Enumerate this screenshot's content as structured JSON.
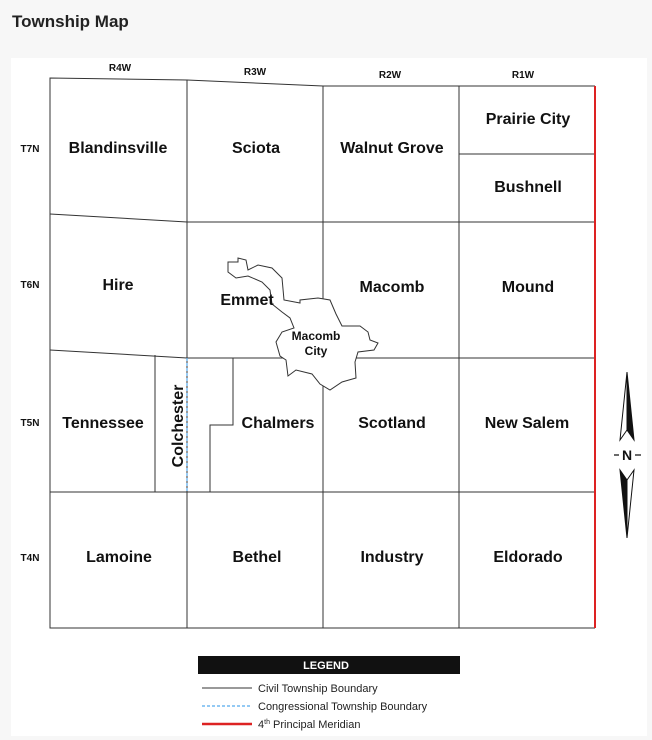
{
  "title": "Township Map",
  "ranges": [
    "R4W",
    "R3W",
    "R2W",
    "R1W"
  ],
  "tiers": [
    "T7N",
    "T6N",
    "T5N",
    "T4N"
  ],
  "townships": {
    "blandinsville": "Blandinsville",
    "sciota": "Sciota",
    "walnut_grove": "Walnut Grove",
    "prairie_city": "Prairie City",
    "bushnell": "Bushnell",
    "hire": "Hire",
    "emmet": "Emmet",
    "macomb": "Macomb",
    "mound": "Mound",
    "macomb_city_1": "Macomb",
    "macomb_city_2": "City",
    "tennessee": "Tennessee",
    "colchester": "Colchester",
    "chalmers": "Chalmers",
    "scotland": "Scotland",
    "new_salem": "New Salem",
    "lamoine": "Lamoine",
    "bethel": "Bethel",
    "industry": "Industry",
    "eldorado": "Eldorado"
  },
  "north_arrow": {
    "label": "N"
  },
  "legend": {
    "title": "LEGEND",
    "civil": "Civil Township Boundary",
    "congressional": "Congressional Township Boundary",
    "meridian_prefix": "4",
    "meridian_sup": "th",
    "meridian_suffix": " Principal Meridian"
  },
  "colors": {
    "boundary": "#333333",
    "congressional": "#55aaee",
    "meridian": "#dd2222",
    "legend_bg": "#111111",
    "legend_text": "#ffffff"
  }
}
